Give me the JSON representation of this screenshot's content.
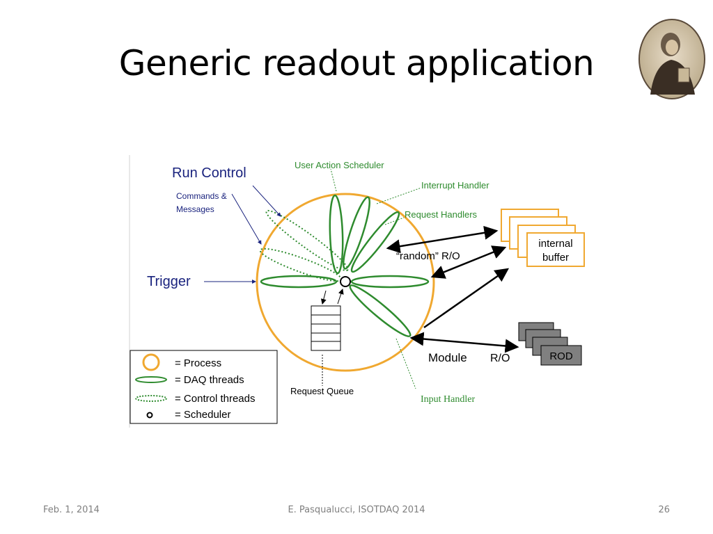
{
  "slide": {
    "title": "Generic readout application"
  },
  "diagram": {
    "labels": {
      "run_control": "Run Control",
      "commands_line1": "Commands &",
      "commands_line2": "Messages",
      "trigger": "Trigger",
      "user_action_scheduler": "User Action Scheduler",
      "interrupt_handler": "Interrupt Handler",
      "request_handlers": "Request Handlers",
      "random_ro": "“random” R/O",
      "module": "Module",
      "ro": "R/O",
      "request_queue": "Request Queue",
      "input_handler": "Input Handler",
      "buffer_line1": "internal",
      "buffer_line2": "buffer",
      "rod": "ROD"
    },
    "legend": [
      {
        "symbol": "process",
        "text": "=  Process"
      },
      {
        "symbol": "daq",
        "text": "=  DAQ threads"
      },
      {
        "symbol": "control",
        "text": "=  Control threads"
      },
      {
        "symbol": "scheduler",
        "text": "=  Scheduler"
      }
    ],
    "colors": {
      "process": "#f0a830",
      "thread": "#2e8b2e",
      "text_blue": "#1a237e",
      "buffer_border": "#f0a830",
      "rod_fill": "#808080"
    }
  },
  "footer": {
    "date": "Feb. 1, 2014",
    "author": "E. Pasqualucci, ISOTDAQ 2014",
    "page": "26"
  }
}
